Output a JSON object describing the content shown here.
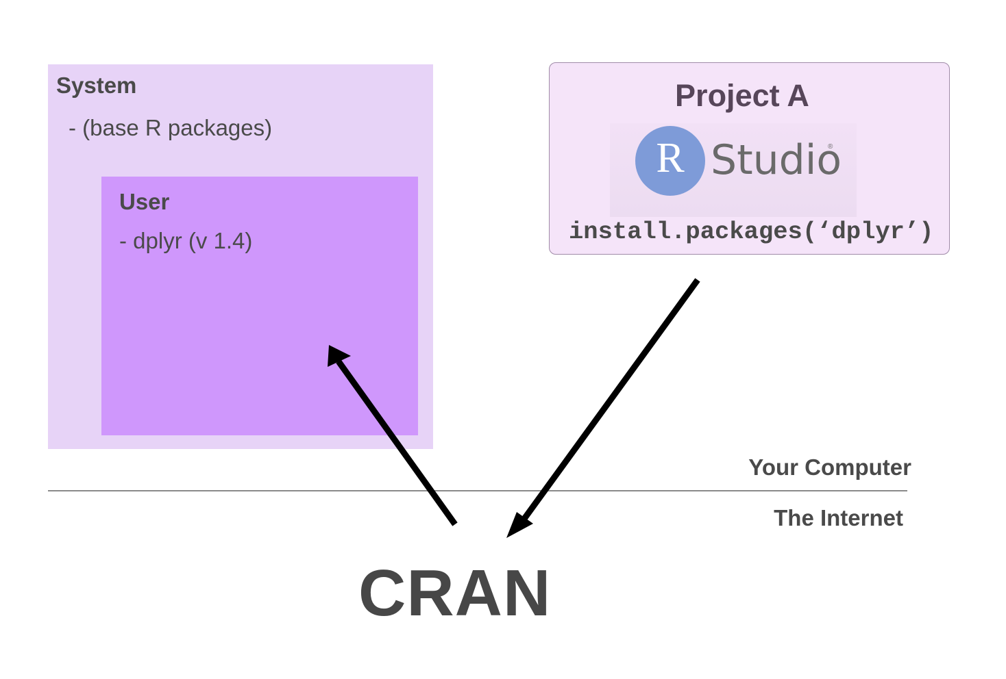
{
  "system_library": {
    "title": "System",
    "item": "- (base R packages)"
  },
  "user_library": {
    "title": "User",
    "item": "- dplyr (v 1.4)"
  },
  "project": {
    "title": "Project A",
    "logo": {
      "r_letter": "R",
      "word": "Studio",
      "registered": "®"
    },
    "command": "install.packages(‘dplyr’)"
  },
  "regions": {
    "upper": "Your Computer",
    "lower": "The Internet"
  },
  "repository": {
    "name": "CRAN"
  },
  "colors": {
    "system_fill": "#e7d3f7",
    "user_fill": "#cf97fc",
    "project_fill": "#f5e4f9",
    "r_logo_circle": "#7e9bd8",
    "arrow": "#000000",
    "text": "#4a4a4a"
  },
  "arrows": [
    {
      "name": "arrow-cran-to-user-library",
      "from": "CRAN",
      "to": "User"
    },
    {
      "name": "arrow-project-to-cran",
      "from": "Project A",
      "to": "CRAN"
    }
  ]
}
